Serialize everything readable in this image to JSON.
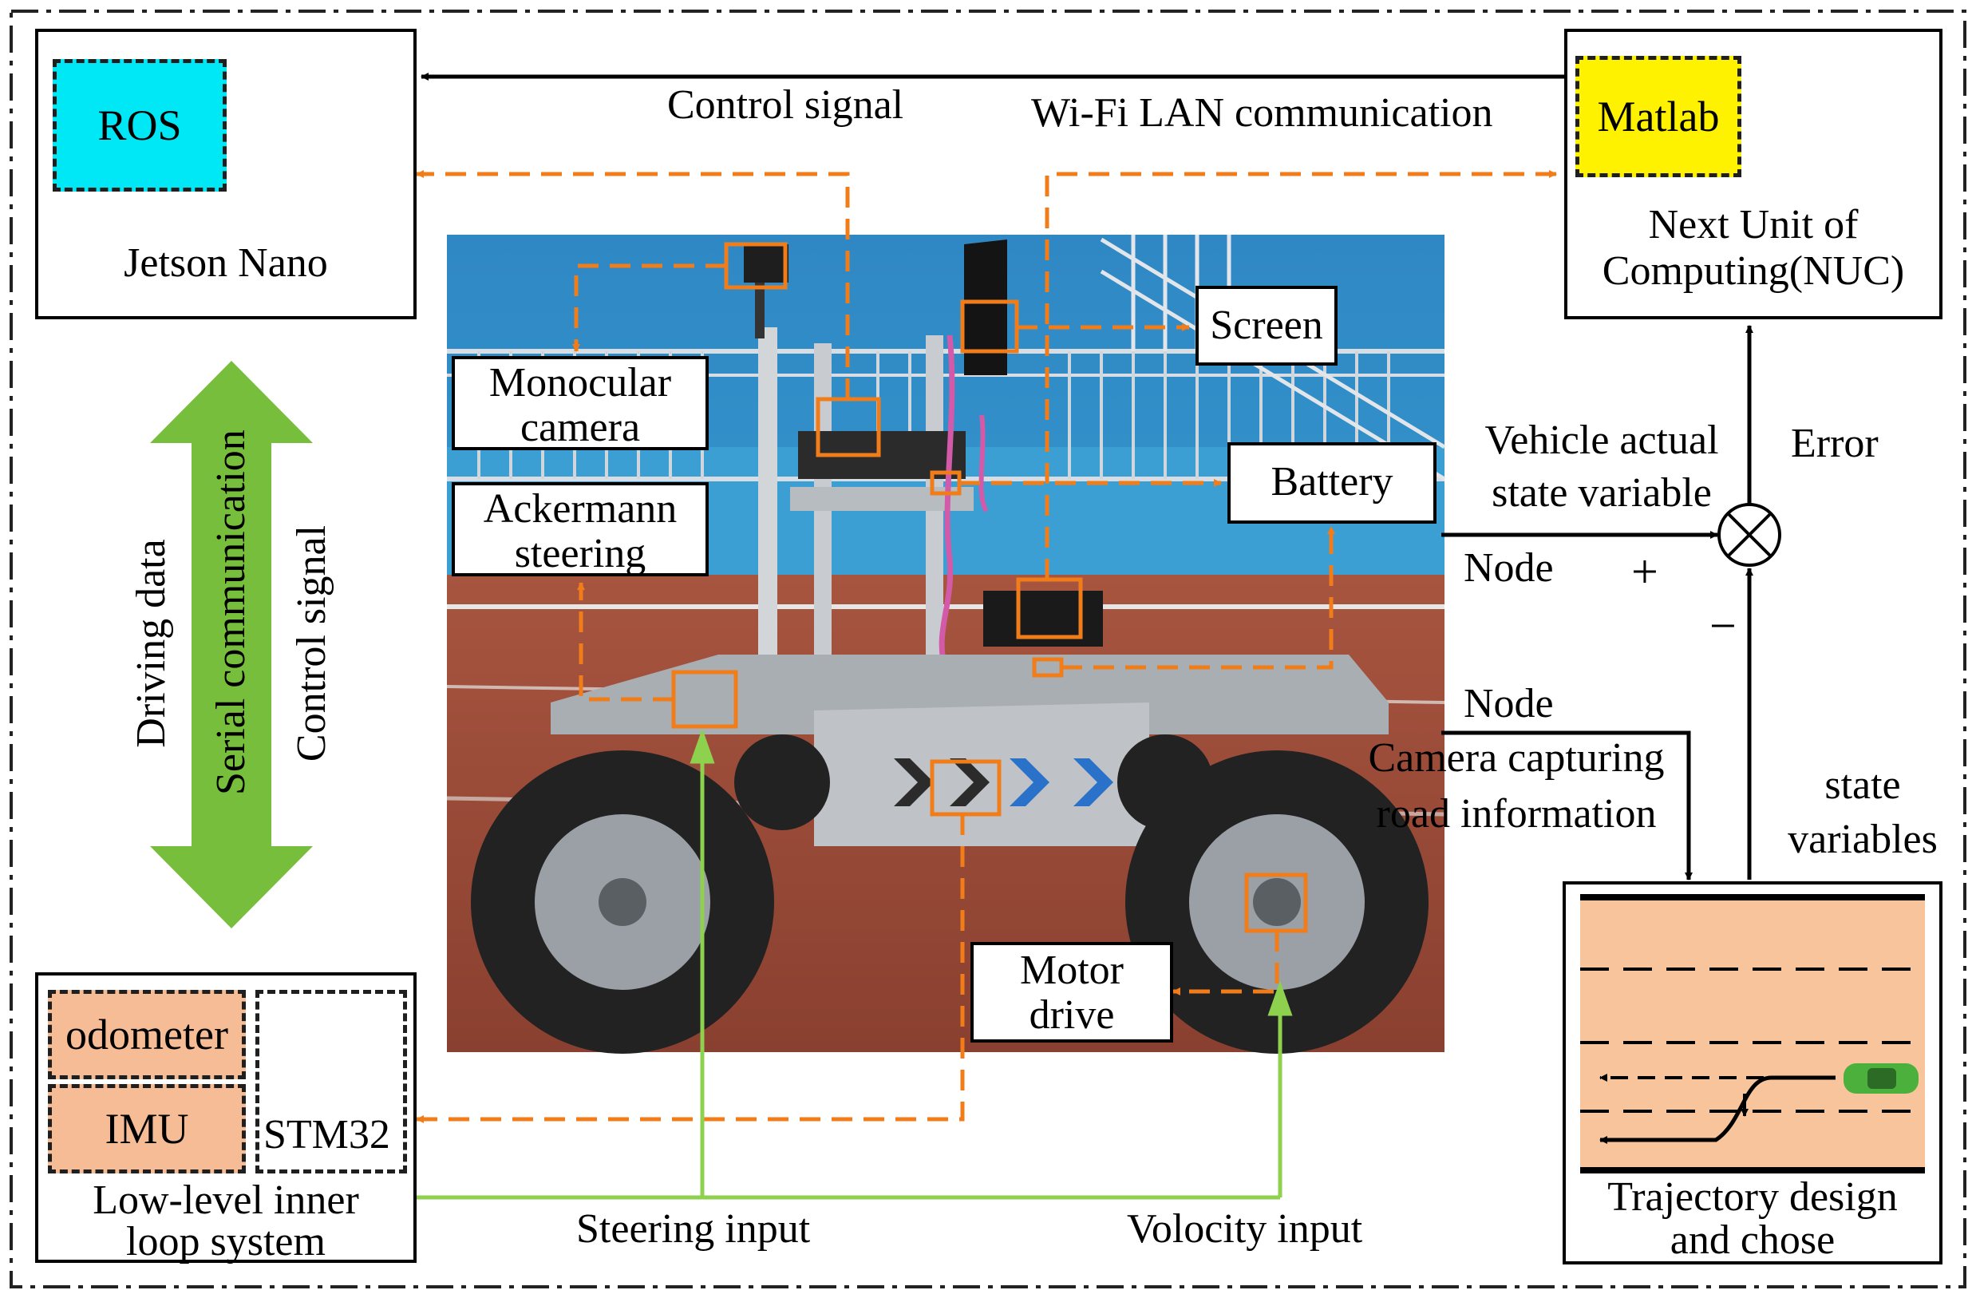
{
  "jetson": {
    "software": "ROS",
    "name": "Jetson Nano"
  },
  "nuc": {
    "software": "Matlab",
    "name_line1": "Next Unit of",
    "name_line2": "Computing(NUC)"
  },
  "low_level": {
    "odometer": "odometer",
    "imu": "IMU",
    "mcu": "STM32",
    "name_line1": "Low-level inner",
    "name_line2": "loop system"
  },
  "trajectory": {
    "line1": "Trajectory design",
    "line2": "and chose"
  },
  "components": {
    "camera_line1": "Monocular",
    "camera_line2": "camera",
    "steering_line1": "Ackermann",
    "steering_line2": "steering",
    "screen": "Screen",
    "battery": "Battery",
    "motor_line1": "Motor",
    "motor_line2": "drive"
  },
  "signals": {
    "control_top": "Control signal",
    "wifi": "Wi-Fi LAN communication",
    "vehicle_state_line1": "Vehicle actual",
    "vehicle_state_line2": "state variable",
    "node_upper": "Node",
    "plus": "+",
    "minus": "−",
    "error": "Error",
    "node_lower": "Node",
    "camera_info_line1": "Camera capturing",
    "camera_info_line2": "road information",
    "state_vars_line1": "state",
    "state_vars_line2": "variables",
    "steering_input": "Steering input",
    "velocity_input": "Volocity input",
    "driving_data": "Driving data",
    "serial": "Serial communication",
    "control_vertical": "Control signal"
  },
  "colors": {
    "orange": "#F07D1A",
    "green_line": "#8ED14E",
    "arrow_green": "#77BE3C",
    "ros_bg": "#00E8F5",
    "matlab_bg": "#FFF200",
    "sensor_bg": "#F6BC96",
    "track_bg": "#F7C49C"
  }
}
